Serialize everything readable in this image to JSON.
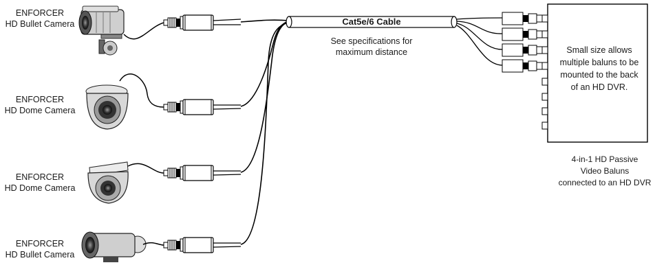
{
  "cameras": [
    {
      "line1": "ENFORCER",
      "line2": "HD Bullet Camera"
    },
    {
      "line1": "ENFORCER",
      "line2": "HD Dome Camera"
    },
    {
      "line1": "ENFORCER",
      "line2": "HD Dome Camera"
    },
    {
      "line1": "ENFORCER",
      "line2": "HD Bullet Camera"
    }
  ],
  "cable": {
    "title": "Cat5e/6 Cable",
    "note_line1": "See specifications for",
    "note_line2": "maximum distance"
  },
  "dvr": {
    "line1": "Small size allows",
    "line2": "multiple baluns to be",
    "line3": "mounted to the back",
    "line4": "of an HD DVR."
  },
  "balun_caption": {
    "line1": "4-in-1 HD Passive",
    "line2": "Video Baluns",
    "line3": "connected to an HD DVR"
  }
}
